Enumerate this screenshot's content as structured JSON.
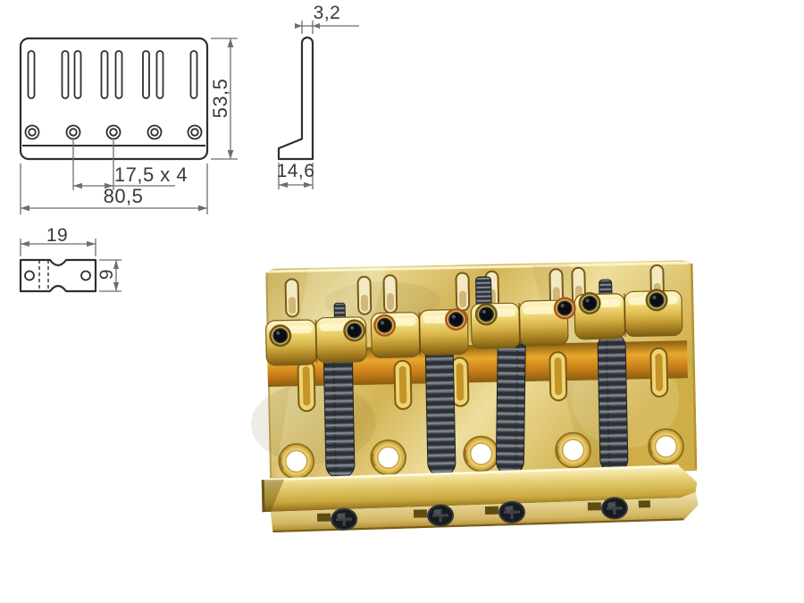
{
  "figure": {
    "front_view": {
      "width_label": "80,5",
      "hole_spacing_label": "17,5 x 4",
      "height_label": "53,5"
    },
    "side_view": {
      "wall_thickness_label": "3,2",
      "base_depth_label": "14,6"
    },
    "saddle_view": {
      "width_label": "19",
      "depth_label": "9"
    }
  },
  "colors": {
    "background": "#ffffff",
    "text": "#3a3a3a",
    "part_line": "#2f2f2f",
    "dim_line": "#6e6e6e",
    "gold_light": "#f8efbf",
    "gold_base": "#dfc36a",
    "gold_dark": "#9a7722",
    "copper_accent": "#a85a1e",
    "spring_gray": "#454a51",
    "screw_black": "#17181a"
  }
}
